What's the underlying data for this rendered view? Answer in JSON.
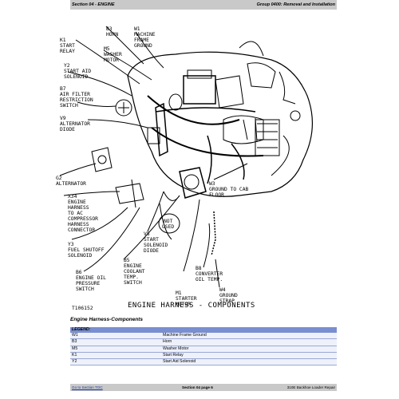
{
  "header": {
    "section": "Section 04 - ENGINE",
    "group": "Group 0400: Removal and Installation"
  },
  "diagram": {
    "labels": {
      "k1": [
        "K1",
        "START",
        "RELAY"
      ],
      "b3": [
        "B3",
        "HORN"
      ],
      "w1": [
        "W1",
        "MACHINE",
        "FRAME",
        "GROUND"
      ],
      "m5": [
        "M5",
        "WASHER",
        "MOTOR"
      ],
      "y2": [
        "Y2",
        "START AID",
        "SOLENOID"
      ],
      "b7": [
        "B7",
        "AIR FILTER",
        "RESTRICTION",
        "SWITCH"
      ],
      "v9": [
        "V9",
        "ALTERNATOR",
        "DIODE"
      ],
      "g2": [
        "G2",
        "ALTERNATOR"
      ],
      "x34": [
        "X34",
        "ENGINE",
        "HARNESS",
        "TO AC",
        "COMPRESSOR",
        "HARNESS",
        "CONNECTOR"
      ],
      "y3": [
        "Y3",
        "FUEL SHUTOFF",
        "SOLENOID"
      ],
      "b6": [
        "B6",
        "ENGINE OIL",
        "PRESSURE",
        "SWITCH"
      ],
      "b5": [
        "B5",
        "ENGINE",
        "COOLANT",
        "TEMP.",
        "SWITCH"
      ],
      "v8": [
        "V8",
        "START",
        "SOLENOID",
        "DIODE"
      ],
      "notused": [
        "NOT",
        "USED"
      ],
      "w3": [
        "W3",
        "GROUND TO CAB",
        "FLOOR"
      ],
      "b8": [
        "B8",
        "CONVERTER",
        "OIL TEMP."
      ],
      "w4": [
        "W4",
        "GROUND",
        "STRAP"
      ],
      "m1": [
        "M1",
        "STARTER",
        "MOTOR"
      ]
    },
    "figure_id": "T106152",
    "caption": "ENGINE HARNESS - COMPONENTS"
  },
  "section_title": "Engine Harness-Components",
  "legend": {
    "heading": "LEGEND:",
    "rows": [
      {
        "code": "W1",
        "name": "Machine Frame Ground"
      },
      {
        "code": "B3",
        "name": "Horn"
      },
      {
        "code": "M5",
        "name": "Washer Motor"
      },
      {
        "code": "K1",
        "name": "Start Relay"
      },
      {
        "code": "Y2",
        "name": "Start Aid Solenoid"
      }
    ]
  },
  "footer": {
    "link": "Go to Section TOC",
    "page": "Section 04 page 6",
    "manual": "310E Backhoe Loader Repair"
  }
}
